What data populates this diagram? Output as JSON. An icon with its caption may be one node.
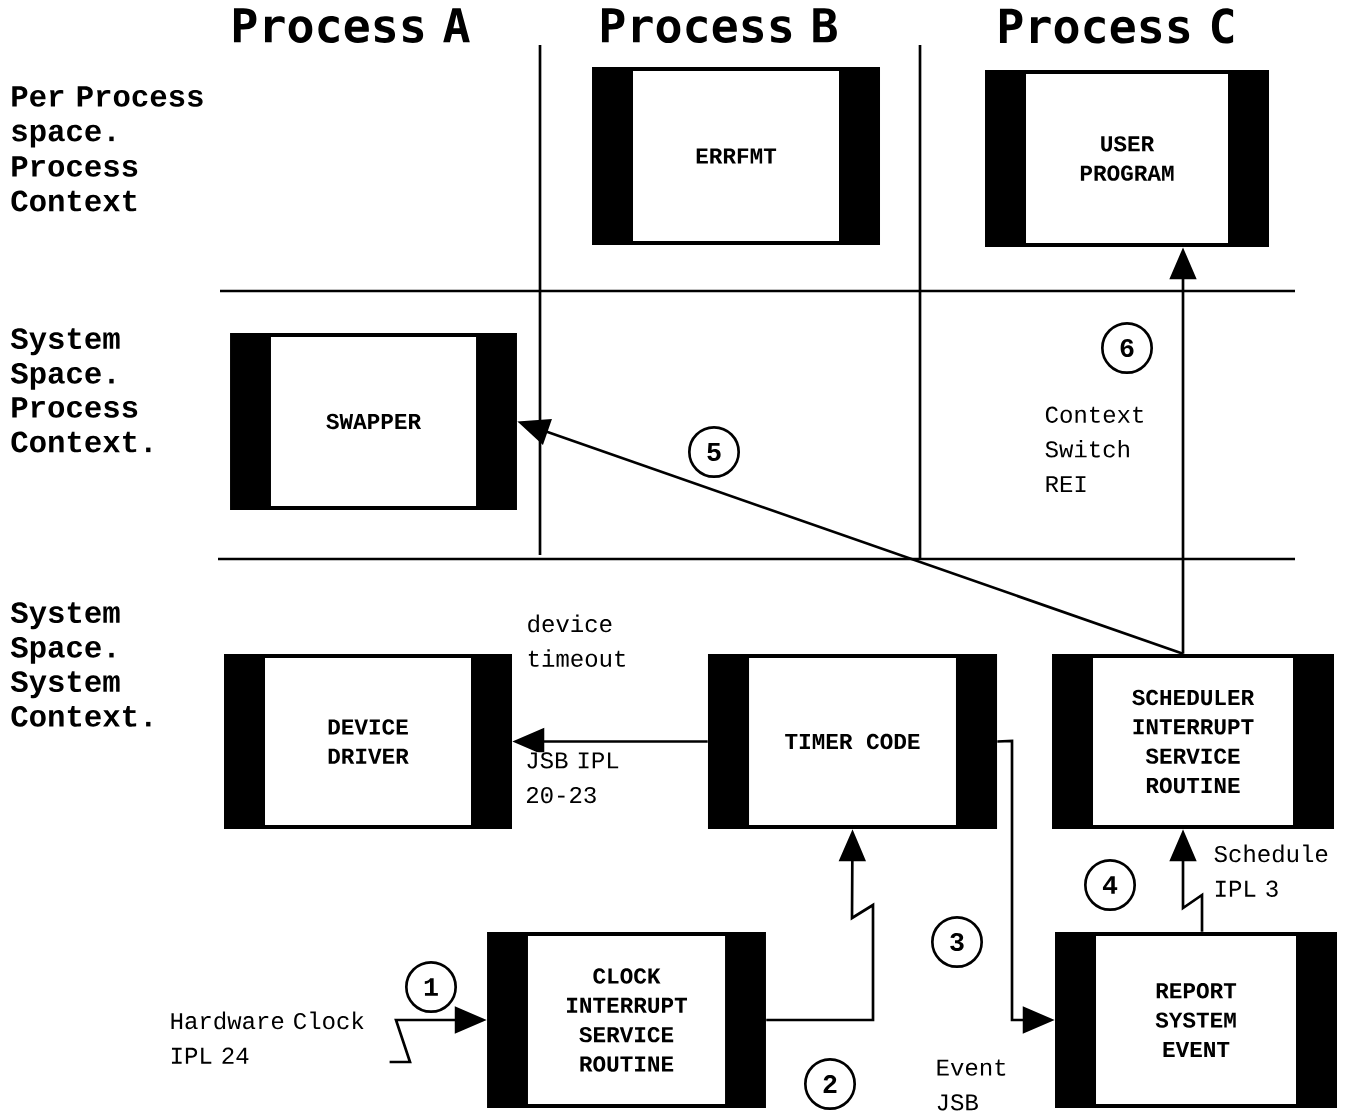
{
  "diagram": {
    "nodes": [
      {
        "text": [
          "ERRFMT"
        ]
      },
      {
        "text": [
          "USER PROGRAM"
        ]
      },
      {
        "text": [
          "SWAPPER"
        ]
      },
      {
        "text": [
          "DEVICE DRIVER"
        ]
      },
      {
        "text": [
          "TIMER CODE"
        ]
      },
      {
        "text": [
          "SCHEDULER INTERRUPT SERVICE ROUTINE"
        ]
      },
      {
        "text": [
          "CLOCK INTERRUPT SERVICE ROUTINE"
        ]
      },
      {
        "text": [
          "REPORT SYSTEM EVENT"
        ]
      },
      {
        "text": [
          "1"
        ]
      },
      {
        "text": [
          "2"
        ]
      },
      {
        "text": [
          "3"
        ]
      },
      {
        "text": [
          "4"
        ]
      },
      {
        "text": [
          "5"
        ]
      },
      {
        "text": [
          "6"
        ]
      }
    ],
    "edges": [
      {
        "from": null,
        "to": 6,
        "arrow": "to",
        "label": "Hardware Clock IPL 24"
      },
      {
        "from": 6,
        "to": 4,
        "arrow": "to"
      },
      {
        "from": 4,
        "to": 7,
        "arrow": "to",
        "label": "Event JSB"
      },
      {
        "from": 7,
        "to": 5,
        "arrow": "to",
        "label": "Schedule IPL 3"
      },
      {
        "from": 4,
        "to": 3,
        "arrow": "to",
        "label": "device timeout"
      },
      {
        "from": 5,
        "to": 2,
        "arrow": "to"
      },
      {
        "from": 5,
        "to": 1,
        "arrow": "to",
        "label": "Context Switch REI"
      }
    ],
    "labels": [
      "Process A",
      "Process B",
      "Process C",
      "Per Process space.",
      "Process Context",
      "System Space.",
      "Process Context.",
      "System Space.",
      "System Context.",
      "JSB IPL 20-23"
    ]
  }
}
